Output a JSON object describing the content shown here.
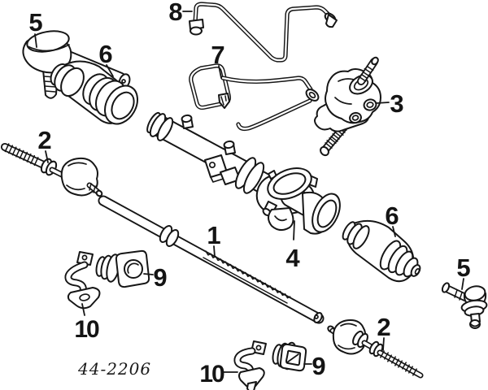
{
  "figure": {
    "number": "44-2206"
  },
  "colors": {
    "ink": "#161616",
    "background": "#ffffff"
  },
  "callouts": [
    {
      "id": "1",
      "label": "1"
    },
    {
      "id": "2-left",
      "label": "2"
    },
    {
      "id": "2-right",
      "label": "2"
    },
    {
      "id": "3",
      "label": "3"
    },
    {
      "id": "4",
      "label": "4"
    },
    {
      "id": "5-upper",
      "label": "5"
    },
    {
      "id": "5-lower",
      "label": "5"
    },
    {
      "id": "6-upper",
      "label": "6"
    },
    {
      "id": "6-lower",
      "label": "6"
    },
    {
      "id": "7",
      "label": "7"
    },
    {
      "id": "8",
      "label": "8"
    },
    {
      "id": "9-left",
      "label": "9"
    },
    {
      "id": "9-bottom",
      "label": "9"
    },
    {
      "id": "10-left",
      "label": "10"
    },
    {
      "id": "10-bottom",
      "label": "10"
    }
  ]
}
